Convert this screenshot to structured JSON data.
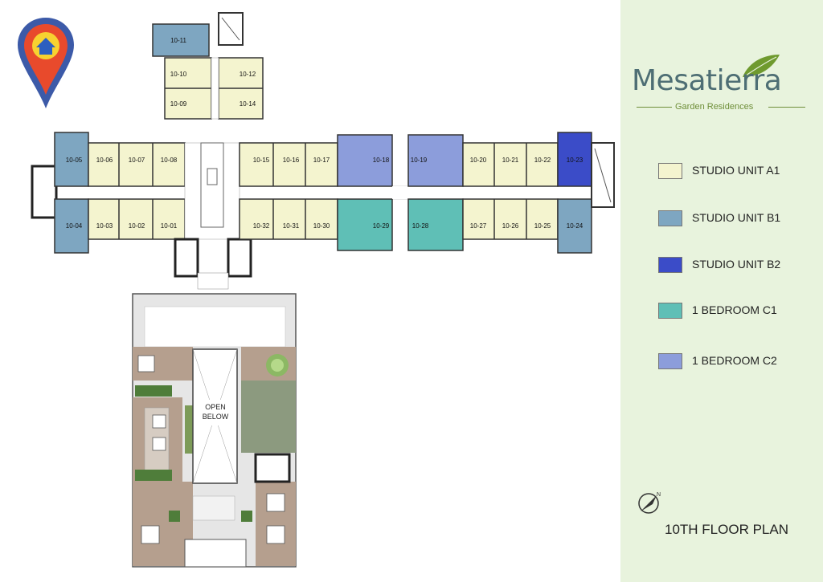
{
  "brand": {
    "name": "Mesatierra",
    "tagline": "Garden Residences",
    "accent": "#6f8f3a",
    "text_color": "#4e6e74"
  },
  "floor_title": "10TH FLOOR PLAN",
  "open_below": {
    "line1": "OPEN",
    "line2": "BELOW"
  },
  "legend": [
    {
      "label": "STUDIO UNIT A1",
      "color": "#f4f4cf"
    },
    {
      "label": "STUDIO UNIT B1",
      "color": "#7ea6c1"
    },
    {
      "label": "STUDIO UNIT B2",
      "color": "#3b4cc8"
    },
    {
      "label": "1 BEDROOM C1",
      "color": "#5fbfb6"
    },
    {
      "label": "1 BEDROOM C2",
      "color": "#8c9ddb"
    }
  ],
  "units": {
    "u1011": "10-11",
    "u1010": "10-10",
    "u1009": "10-09",
    "u1012": "10-12",
    "u1014": "10-14",
    "u1005": "10-05",
    "u1006": "10-06",
    "u1007": "10-07",
    "u1008": "10-08",
    "u1004": "10-04",
    "u1003": "10-03",
    "u1002": "10-02",
    "u1001": "10-01",
    "u1015": "10-15",
    "u1016": "10-16",
    "u1017": "10-17",
    "u1018": "10-18",
    "u1032": "10-32",
    "u1031": "10-31",
    "u1030": "10-30",
    "u1029": "10-29",
    "u1019": "10-19",
    "u1020": "10-20",
    "u1021": "10-21",
    "u1022": "10-22",
    "u1023": "10-23",
    "u1028": "10-28",
    "u1027": "10-27",
    "u1026": "10-26",
    "u1025": "10-25",
    "u1024": "10-24"
  }
}
